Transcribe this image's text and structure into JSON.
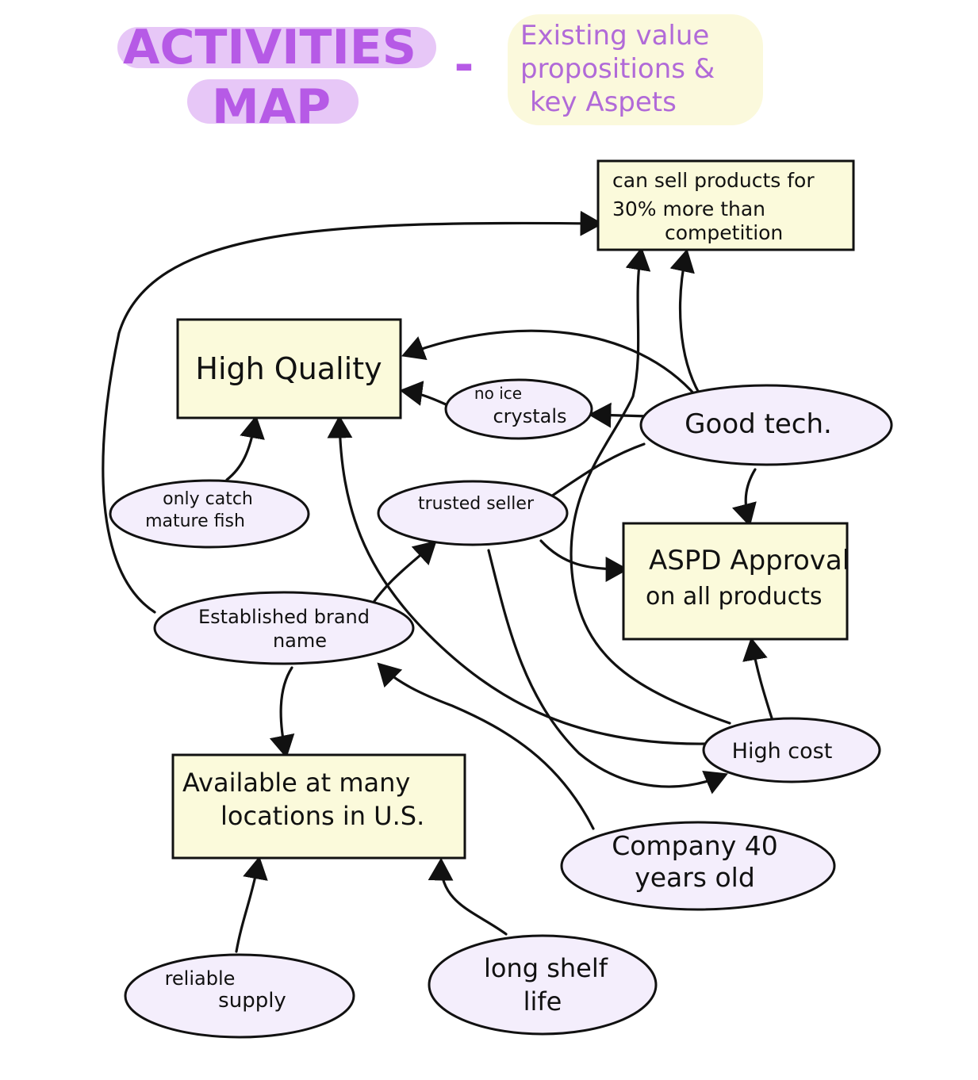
{
  "title": {
    "line1": "ACTIVITIES",
    "line2": "MAP",
    "dash": "-",
    "subtitle_lines": [
      "Existing value",
      "propositions &",
      "key Aspets"
    ]
  },
  "boxes": {
    "sell_premium": [
      "can sell products for",
      "30% more than",
      "competition"
    ],
    "high_quality": [
      "High Quality"
    ],
    "aspd_approval": [
      "ASPD Approval",
      "on all products"
    ],
    "available_locations": [
      "Available at many",
      "locations in U.S."
    ]
  },
  "ovals": {
    "no_ice_crystals": [
      "no ice",
      "crystals"
    ],
    "good_tech": [
      "Good tech."
    ],
    "only_catch_mature_fish": [
      "only catch",
      "mature fish"
    ],
    "trusted_seller": [
      "trusted seller"
    ],
    "established_brand_name": [
      "Established brand",
      "name"
    ],
    "high_cost": [
      "High cost"
    ],
    "company_40_years_old": [
      "Company 40",
      "years old"
    ],
    "reliable_supply": [
      "reliable",
      "supply"
    ],
    "long_shelf_life": [
      "long shelf",
      "life"
    ]
  },
  "colors": {
    "title": "#b65ae6",
    "title_highlight": "#e7c7f7",
    "subtitle_highlight": "#fbf9dc",
    "box_fill": "#fbfadb",
    "oval_fill": "#f4eefc",
    "ink": "#111111"
  }
}
